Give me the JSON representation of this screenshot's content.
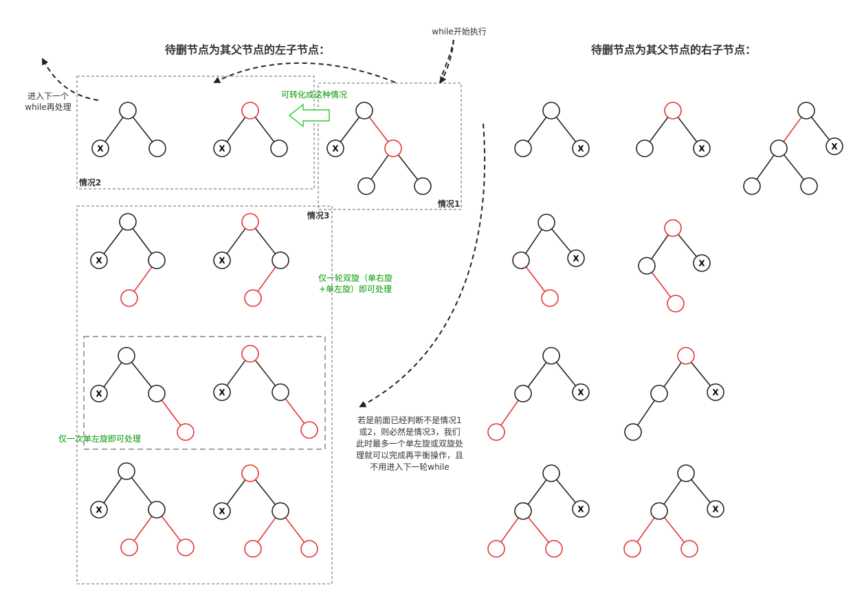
{
  "titles": {
    "left": "待删节点为其父节点的左子节点：",
    "right": "待删节点为其父节点的右子节点："
  },
  "notes": {
    "while_start": "while开始执行",
    "next_while": [
      "进入下一个",
      "while再处理"
    ],
    "convert": "可转化成这种情况",
    "double_rotation": [
      "仅一轮双旋（单右旋",
      "+单左旋）即可处理"
    ],
    "single_left": "仅一次单左旋即可处理",
    "conclusion": [
      "若是前面已经判断不是情况1",
      "或2，则必然是情况3，我们",
      "此时最多一个单左旋或双旋处",
      "理就可以完成再平衡操作，且",
      "不用进入下一轮while"
    ]
  },
  "case_labels": {
    "case1": "情况1",
    "case2": "情况2",
    "case3": "情况3"
  },
  "node_marker": "X",
  "colors": {
    "black_node": "#222222",
    "red_node": "#e53333",
    "green_text": "#009900",
    "green_arrow": "#33cc33",
    "dashed_box": "#666666"
  }
}
